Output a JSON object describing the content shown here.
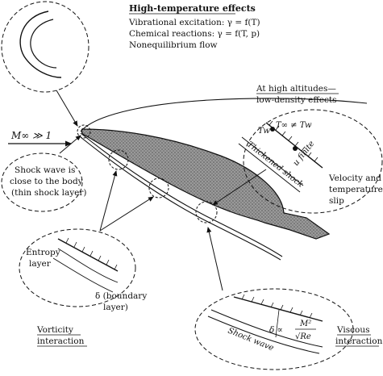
{
  "high_temp": {
    "title": "High-temperature effects",
    "line1": "Vibrational excitation: γ = f(T)",
    "line2": "Chemical reactions: γ = f(T, p)",
    "line3": "Nonequilibrium flow"
  },
  "low_density": {
    "line1": "At high altitudes—",
    "line2": "low-density effects"
  },
  "freestream": "M∞ ≫ 1",
  "shock_close": {
    "line1": "Shock wave is",
    "line2": "close to the body",
    "line3": "(thin shock layer)"
  },
  "slip": {
    "t_ineq": "T∞ ≠ Tw",
    "tw": "Tw",
    "thickened": "Thickened shock",
    "u_finite": "u finite",
    "line1": "Velocity and",
    "line2": "temperature",
    "line3": "slip"
  },
  "entropy": {
    "line1": "Entropy",
    "line2": "layer",
    "delta1": "δ (boundary",
    "delta2": "layer)"
  },
  "vorticity": {
    "line1": "Vorticity",
    "line2": "interaction"
  },
  "viscous": {
    "formula_lhs": "δ ∝",
    "formula_num": "M²",
    "formula_den": "√Re",
    "shock": "Shock wave",
    "line1": "Viscous",
    "line2": "interaction"
  },
  "colors": {
    "ink": "#111111",
    "body_fill": "#8c8c8c"
  }
}
